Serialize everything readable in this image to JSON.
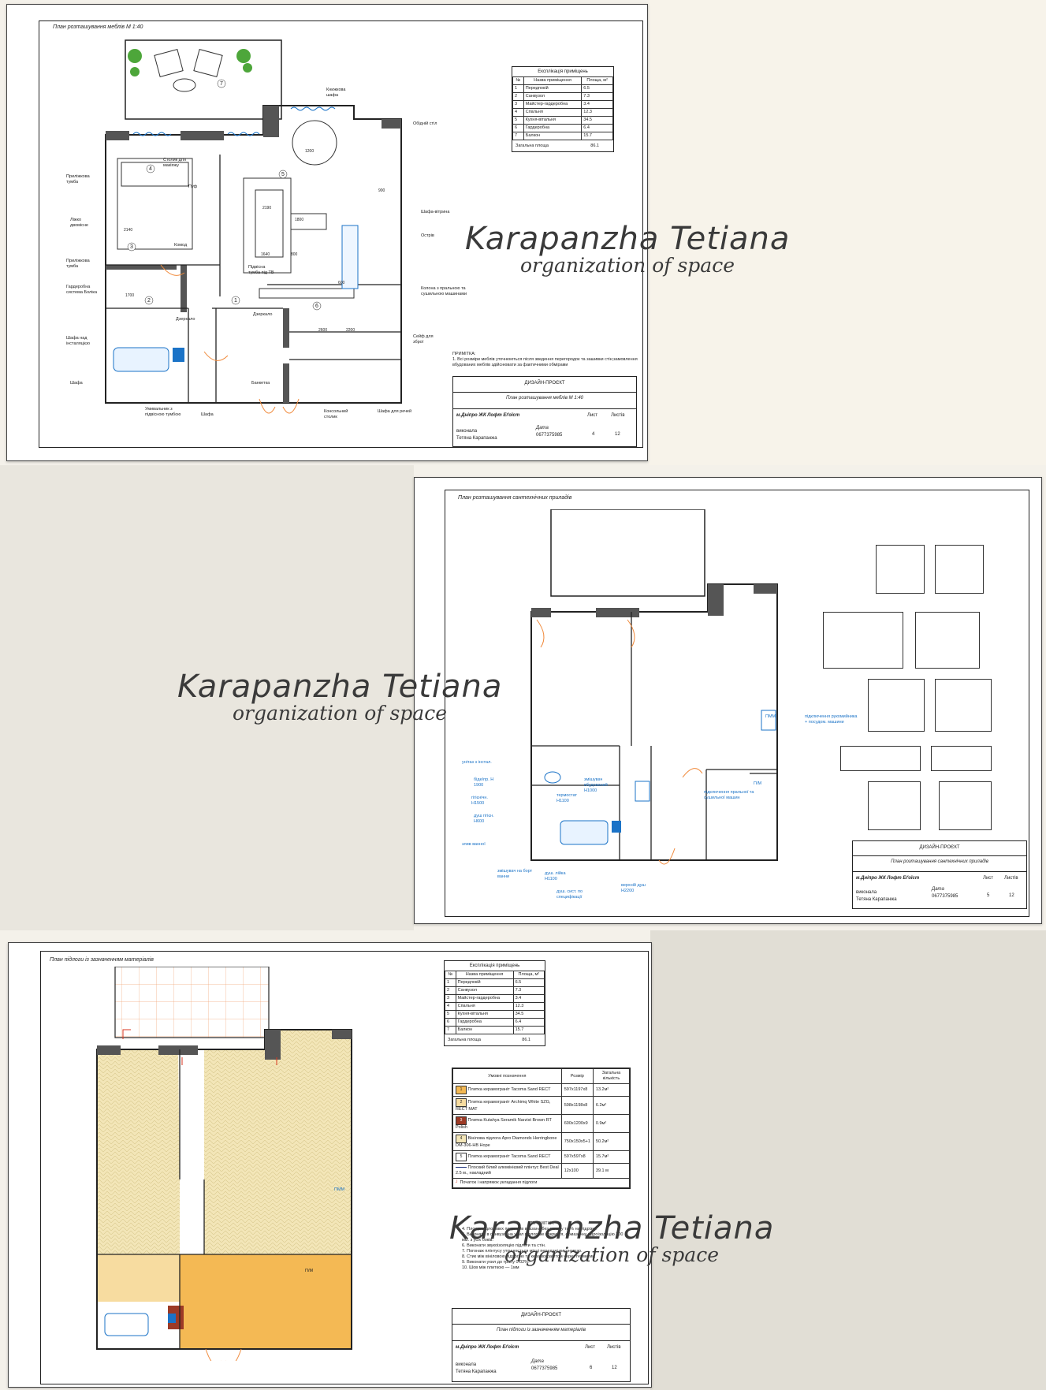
{
  "watermark": {
    "line1": "Karapanzha Tetiana",
    "line2": "organization of space"
  },
  "explication": {
    "caption": "Експлікація приміщень",
    "headers": [
      "№",
      "Назва приміщення",
      "Площа, м²"
    ],
    "rows": [
      [
        "1",
        "Передпокій",
        "6.5"
      ],
      [
        "2",
        "Санвузол",
        "7.3"
      ],
      [
        "3",
        "Майстер-гардеробна",
        "3.4"
      ],
      [
        "4",
        "Спальня",
        "12.3"
      ],
      [
        "5",
        "Кухня-вітальня",
        "34.5"
      ],
      [
        "6",
        "Гардеробна",
        "6.4"
      ],
      [
        "7",
        "Балкон",
        "15.7"
      ]
    ],
    "total_label": "Загальна площа",
    "total_value": "86.1"
  },
  "sheet1": {
    "title": "План розташування меблів  М 1:40",
    "note_title": "ПРИМІТКА:",
    "note_text": "1.   Всі розміри меблів уточнюються після зведення перегородок та зашивки стін;замовлення вбудованих меблів здійснювати за фактичними обмірами",
    "labels": [
      "Книжкова шафа",
      "Обідній стіл",
      "Шафа-вітрина",
      "Острів",
      "Колона з пральною та сушильною машинами",
      "Сейф для зброї",
      "Шафа для речей",
      "Консольний столик",
      "Банкетка",
      "Шафа",
      "Умивальник з підвісною тумбою",
      "Шафа",
      "Шафа над інсталяцією",
      "Гардеробна система Боліка",
      "Приліжкова тумба",
      "Ліжко двомісне",
      "Приліжкова тумба",
      "Столик для макіяжу",
      "Пуф",
      "Комод",
      "Підвісна тумба під ТВ",
      "Дзеркало",
      "Дзеркало"
    ],
    "dims": [
      "1200",
      "2190",
      "1800",
      "1640",
      "800",
      "2140",
      "1700",
      "900",
      "600",
      "2200",
      "2600"
    ],
    "room_numbers": [
      "7",
      "4",
      "5",
      "3",
      "2",
      "1",
      "6"
    ],
    "stamp": {
      "project": "ДИЗАЙН-ПРОЄКТ",
      "name": "План розташування меблів М 1:40",
      "address": "м.Дніпро ЖК Лофт Еґоїст",
      "sheet_label": "Лист",
      "sheets_label": "Листів",
      "by": "виконала",
      "author": "Тетяна Карапанжа",
      "sign": "Дата",
      "phone": "0677375985",
      "sheet_no": "4",
      "sheets": "12"
    }
  },
  "sheet2": {
    "title": "План розташування сантехнічних приладів",
    "labels": [
      "унітаз з інстал.",
      "біде/пр. H 1900",
      "гігієнічн. H1500",
      "душ гігієн. H600",
      "злив ванної",
      "змішувач на борт ванни",
      "душ. лійка H1100",
      "душ. сист. по специфікації",
      "верхній душ H2200",
      "термостат H1100",
      "змішувач вбудований H1000",
      "підключення рукомийника + посудом. машини",
      "підключення пральної та сушильної машин"
    ],
    "tags": [
      "ПММ",
      "П/М"
    ],
    "stamp": {
      "project": "ДИЗАЙН-ПРОЄКТ",
      "name": "План розташування сантехнічних приладів",
      "address": "м.Дніпро ЖК Лофт Еґоїст",
      "sheet_label": "Лист",
      "sheets_label": "Листів",
      "by": "виконала",
      "author": "Тетяна Карапанжа",
      "sign": "Дата",
      "phone": "0677375985",
      "sheet_no": "5",
      "sheets": "12"
    }
  },
  "sheet3": {
    "title": "План підлоги із зазначенням матеріалів",
    "legend_headers": [
      "Умовні позначення",
      "Розмір",
      "Загальна кількість"
    ],
    "legend": [
      {
        "code": "1",
        "color": "#f4b954",
        "name": "Плитка керамограніт Tacoma Sand RECT",
        "size": "597х1197х8",
        "qty": "13.2м²"
      },
      {
        "code": "2",
        "color": "#f7dca0",
        "name": "Плитка керамограніт Archimq White SZG, RECT MAT",
        "size": "598х1198х8",
        "qty": "6.2м²"
      },
      {
        "code": "3",
        "color": "#9c3a26",
        "name": "Плитка Kutahya Seramik Narzist Brown RT Polish",
        "size": "600х1200х9",
        "qty": "0.9м²"
      },
      {
        "code": "4",
        "color": "#f3e6b8",
        "name": "Вінілова підлога Apro Diamonds Herringbone DM-306-HB Hope",
        "size": "750х150х5+1",
        "qty": "50.2м²"
      },
      {
        "code": "5",
        "color": "#ffffff",
        "name": "Плитка керамограніт Tacoma Sand RECT",
        "size": "597х597х8",
        "qty": "15.7м²"
      }
    ],
    "plinth": {
      "name": "Плоский білий алюмінієвий плінтус Best Deal 2.5 м., накладний",
      "size": "12х100",
      "qty": "39.1 м"
    },
    "start_label": "Початок і напрямок укладання підлоги",
    "notes_title": "ПРИМІТКИ:",
    "notes": [
      "4.    Площа підлогових покриттів вказана без запасу та % на підрізку.",
      "5.    Виконати в санвузлі на ухил підлогове покриття, обмазочну гідроізоляцію 300 мм. з усіх боків.",
      "6.    Виконати звукоізоляцію підлоги та стін.",
      "7.    Погонаж плінтусу уточнюється місці передачі виконавцю.",
      "8.    Стик між вініловою підлогою та керамогранітом через герметик.",
      "9.    Виконати ухил до трапу 0.02%.",
      "10.   Шов між плиткою — 1мм"
    ],
    "tags": [
      "ПММ",
      "П/М"
    ],
    "stamp": {
      "project": "ДИЗАЙН-ПРОЄКТ",
      "name": "План підлоги із зазначенням матеріалів",
      "address": "м.Дніпро ЖК Лофт Еґоїст",
      "sheet_label": "Лист",
      "sheets_label": "Листів",
      "by": "виконала",
      "author": "Тетяна Карапанжа",
      "sign": "Дата",
      "phone": "0677375985",
      "sheet_no": "6",
      "sheets": "12"
    }
  }
}
